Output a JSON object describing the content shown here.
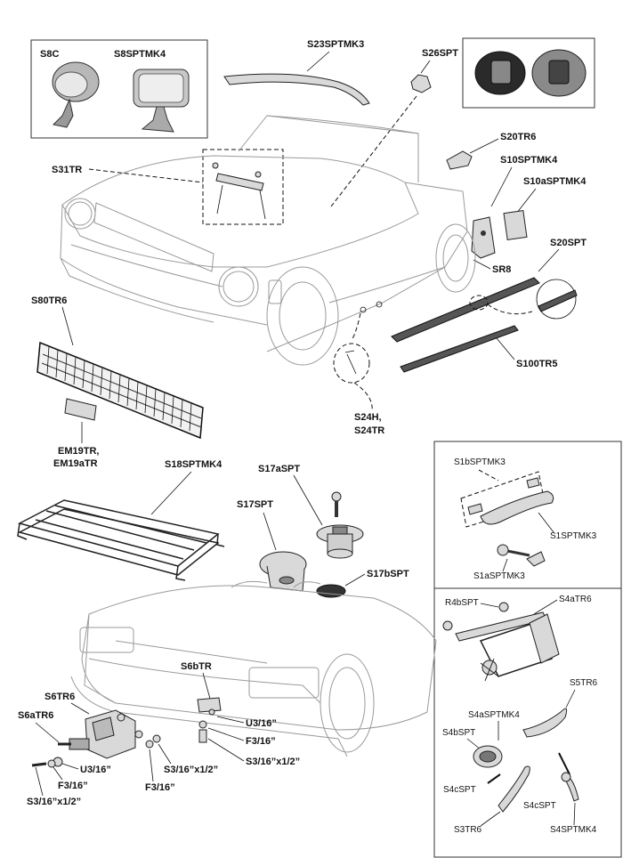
{
  "labels": {
    "s8c": "S8C",
    "s8sptmk4": "S8SPTMK4",
    "s23sptmk3": "S23SPTMK3",
    "s26spt": "S26SPT",
    "s20tr6": "S20TR6",
    "s10sptmk4": "S10SPTMK4",
    "s10asptmk4": "S10aSPTMK4",
    "s31tr": "S31TR",
    "s20spt": "S20SPT",
    "sr8": "SR8",
    "s80tr6": "S80TR6",
    "s100tr5": "S100TR5",
    "em19tr": "EM19TR,",
    "em19atr": "EM19aTR",
    "s24h": "S24H,",
    "s24tr": "S24TR",
    "s18sptmk4": "S18SPTMK4",
    "s17aspt": "S17aSPT",
    "s17spt": "S17SPT",
    "s17bspt": "S17bSPT",
    "s6btr": "S6bTR",
    "s6tr6": "S6TR6",
    "s6atr6": "S6aTR6",
    "u3_16_right": "U3/16”",
    "f3_16_right": "F3/16”",
    "s3_16x1_2_right": "S3/16”x1/2”",
    "u3_16_left": "U3/16”",
    "f3_16_left": "F3/16”",
    "s3_16x1_2_left": "S3/16”x1/2”",
    "s3_16x1_2_mid": "S3/16”x1/2”",
    "f3_16_mid": "F3/16”",
    "s1bsptmk3": "S1bSPTMK3",
    "s1sptmk3": "S1SPTMK3",
    "s1asptmk3": "S1aSPTMK3",
    "r4bspt": "R4bSPT",
    "s4atr6": "S4aTR6",
    "s5tr6": "S5TR6",
    "s4asptmk4": "S4aSPTMK4",
    "s4bspt": "S4bSPT",
    "s4cspt_left": "S4cSPT",
    "s4cspt_right": "S4cSPT",
    "s3tr6": "S3TR6",
    "s4sptmk4": "S4SPTMK4"
  },
  "colors": {
    "outline": "#222222",
    "car_line": "#9a9a9a",
    "part_fill": "#d9d9d9",
    "dark_part": "#555555"
  }
}
